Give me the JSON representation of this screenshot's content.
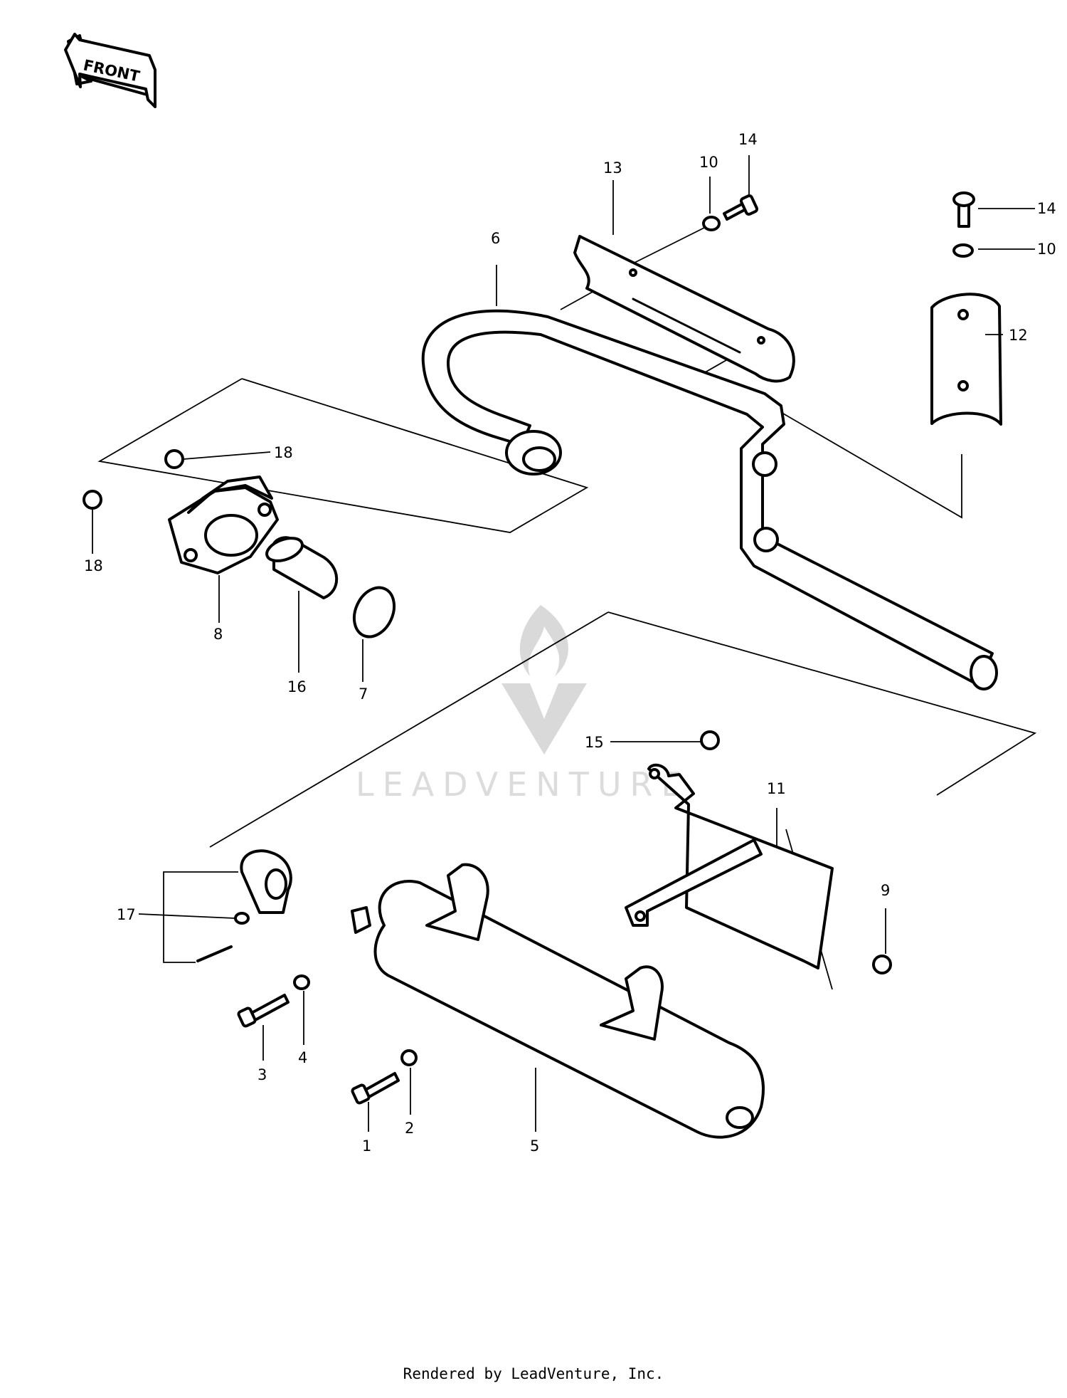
{
  "front_label": "FRONT",
  "watermark": "LEADVENTURE",
  "footer": "Rendered by LeadVenture, Inc.",
  "callouts": [
    "1",
    "2",
    "3",
    "4",
    "5",
    "6",
    "7",
    "8",
    "9",
    "10",
    "11",
    "12",
    "13",
    "14",
    "15",
    "16",
    "17",
    "18"
  ]
}
